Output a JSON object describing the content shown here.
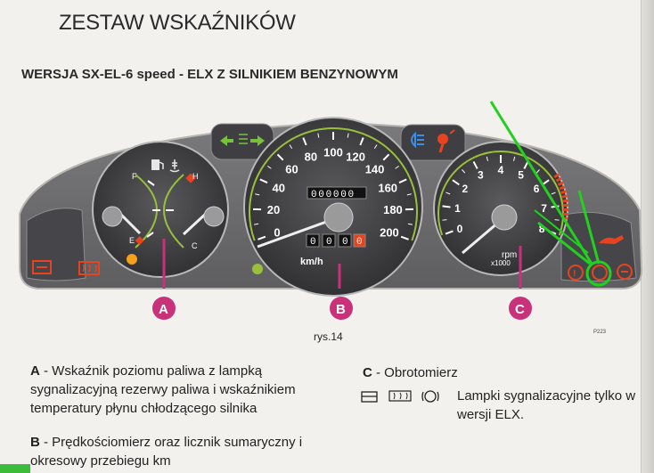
{
  "page": {
    "section_title": "ZESTAW WSKAŹNIKÓW",
    "subtitle": "WERSJA SX-EL-6 speed - ELX  Z SILNIKIEM BENZYNOWYM",
    "figure_caption": "rys.14",
    "figure_code": "P223"
  },
  "cluster": {
    "callouts": [
      "A",
      "B",
      "C"
    ],
    "speedometer": {
      "ticks": [
        "0",
        "20",
        "40",
        "60",
        "80",
        "100",
        "120",
        "140",
        "160",
        "180",
        "200"
      ],
      "unit": "km/h",
      "odometer": "000000",
      "trip_digits": [
        "0",
        "0",
        "0",
        "0"
      ]
    },
    "tachometer": {
      "ticks": [
        "0",
        "1",
        "2",
        "3",
        "4",
        "5",
        "6",
        "7",
        "8"
      ],
      "unit_line1": "rpm",
      "unit_line2": "x1000"
    },
    "fuel_temp_gauge": {
      "fuel_full": "F",
      "fuel_empty": "E",
      "temp_hot": "H",
      "temp_cold": "C"
    },
    "warning_lamps": {
      "left": [
        "rear-fog-icon",
        "heated-rear-window-icon"
      ],
      "top_left": [
        "turn-left-icon",
        "turn-right-icon"
      ],
      "top_right": [
        "headlight-icon",
        "windscreen-pump-icon"
      ],
      "right": [
        "brake-icon",
        "abs-icon",
        "handbrake-icon"
      ]
    },
    "colors": {
      "panel": "#6f6f71",
      "panel_dark": "#3d3d40",
      "gauge_arc": "#99c03b",
      "callout": "#c9317a",
      "annotation_green": "#22d11f",
      "warning_red": "#e8431f",
      "reserve_amber": "#f4a21b"
    }
  },
  "legend": {
    "a_key": "A",
    "a_text": " - Wskaźnik poziomu paliwa z lampką sygnalizacyjną rezerwy paliwa i wskaźnikiem temperatury płynu chłodzącego silnika",
    "b_key": "B",
    "b_text": " - Prędkościomierz oraz licznik sumaryczny i okresowy przebiegu km",
    "c_key": "C",
    "c_text": " - Obrotomierz",
    "lamps_text": "Lampki sygnalizacyjne  tylko w wersji ELX.",
    "lamp_icons": [
      "rear-fog-outline-icon",
      "heated-rear-window-outline-icon",
      "abs-outline-icon"
    ]
  }
}
